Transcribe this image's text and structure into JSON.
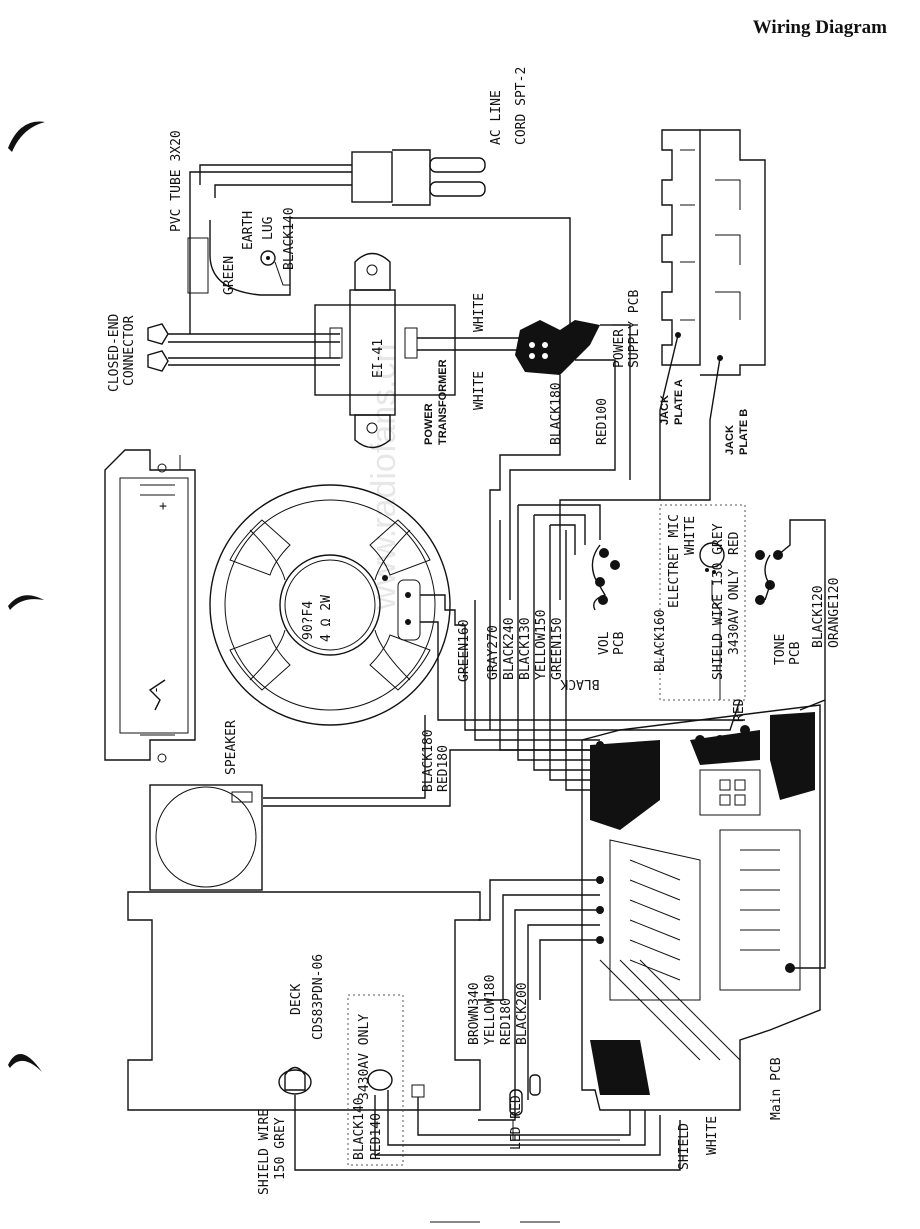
{
  "header": {
    "title": "Wiring Diagram"
  },
  "labels": {
    "ac_line": "AC LINE",
    "cord": "CORD SPT-2",
    "pvc_tube": "PVC TUBE 3X20",
    "earth": "EARTH",
    "lug": "LUG",
    "green": "GREEN",
    "black140_top": "BLACK140",
    "closed_end_1": "CLOSED-END",
    "closed_end_2": "CONNECTOR",
    "ei41": "EI-41",
    "white_top": "WHITE",
    "white_mid": "WHITE",
    "power_transformer_1": "POWER",
    "power_transformer_2": "TRANSFORMER",
    "black180_ps": "BLACK180",
    "red100": "RED100",
    "power_supply_1": "POWER",
    "power_supply_2": "SUPPLY PCB",
    "jack_a_1": "JACK",
    "jack_a_2": "PLATE A",
    "jack_b_1": "JACK",
    "jack_b_2": "PLATE B",
    "speaker": "SPEAKER",
    "spk_model": "90?F4",
    "spk_spec": "4 Ω 2W",
    "green160": "GREEN160",
    "gray270": "GRAY270",
    "black240": "BLACK240",
    "black130": "BLACK130",
    "yellow150": "YELLOW150",
    "green150": "GREEN150",
    "vol_1": "VOL",
    "vol_2": "PCB",
    "black160": "BLACK160",
    "electret_1": "ELECTRET MIC",
    "electret_white": "WHITE",
    "electret_red": "RED",
    "shield_wire_130": "SHIELD WIRE 130 GREY",
    "only_3430_a": "3430AV ONLY",
    "tone_1": "TONE",
    "tone_2": "PCB",
    "black120": "BLACK120",
    "orange120": "ORANGE120",
    "black_inv": "BLACK",
    "red_pcb": "RED",
    "black180_spk": "BLACK180",
    "red180_spk": "RED180",
    "deck": "DECK",
    "deck_model": "CDS83PDN-06",
    "brown340": "BROWN340",
    "yellow180": "YELLOW180",
    "red180_deck": "RED180",
    "black200": "BLACK200",
    "only_3430_b": "3430AV ONLY",
    "black140_bot": "BLACK140",
    "red140": "RED140",
    "led_red": "LED RED",
    "shield_wire_150_1": "SHIELD WIRE",
    "shield_wire_150_2": "150 GREY",
    "shield_bot": "SHIELD",
    "white_bot": "WHITE",
    "main_pcb": "Main PCB",
    "plus": "+",
    "minus": "-",
    "watermark": "www.radiofans.cn"
  }
}
